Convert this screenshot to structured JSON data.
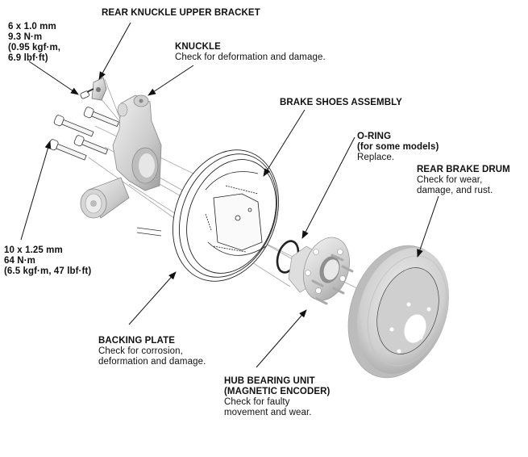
{
  "diagram": {
    "title": "Rear drum brake / hub exploded view",
    "labels": {
      "upper_bracket": {
        "title": "REAR KNUCKLE UPPER BRACKET"
      },
      "bracket_bolt": {
        "lines": [
          "6 x 1.0 mm",
          "9.3 N·m",
          "(0.95 kgf·m,",
          "6.9 lbf·ft)"
        ]
      },
      "knuckle": {
        "title": "KNUCKLE",
        "note": "Check for deformation and damage."
      },
      "brake_shoes": {
        "title": "BRAKE SHOES ASSEMBLY"
      },
      "o_ring": {
        "title": "O-RING",
        "subtitle": "(for some models)",
        "note": "Replace."
      },
      "drum": {
        "title": "REAR BRAKE DRUM",
        "note_lines": [
          "Check for wear,",
          "damage, and rust."
        ]
      },
      "knuckle_bolts": {
        "lines": [
          "10 x 1.25 mm",
          "64 N·m",
          "(6.5 kgf·m, 47 lbf·ft)"
        ]
      },
      "backing_plate": {
        "title": "BACKING PLATE",
        "note_lines": [
          "Check for corrosion,",
          "deformation and damage."
        ]
      },
      "hub": {
        "title_lines": [
          "HUB BEARING UNIT",
          "(MAGNETIC ENCODER)"
        ],
        "note_lines": [
          "Check for faulty",
          "movement and wear."
        ]
      }
    },
    "colors": {
      "ink": "#111111",
      "part_fill": "#d9d9d9",
      "part_shade": "#b5b5b5",
      "guide_line": "#9a9a9a"
    }
  }
}
